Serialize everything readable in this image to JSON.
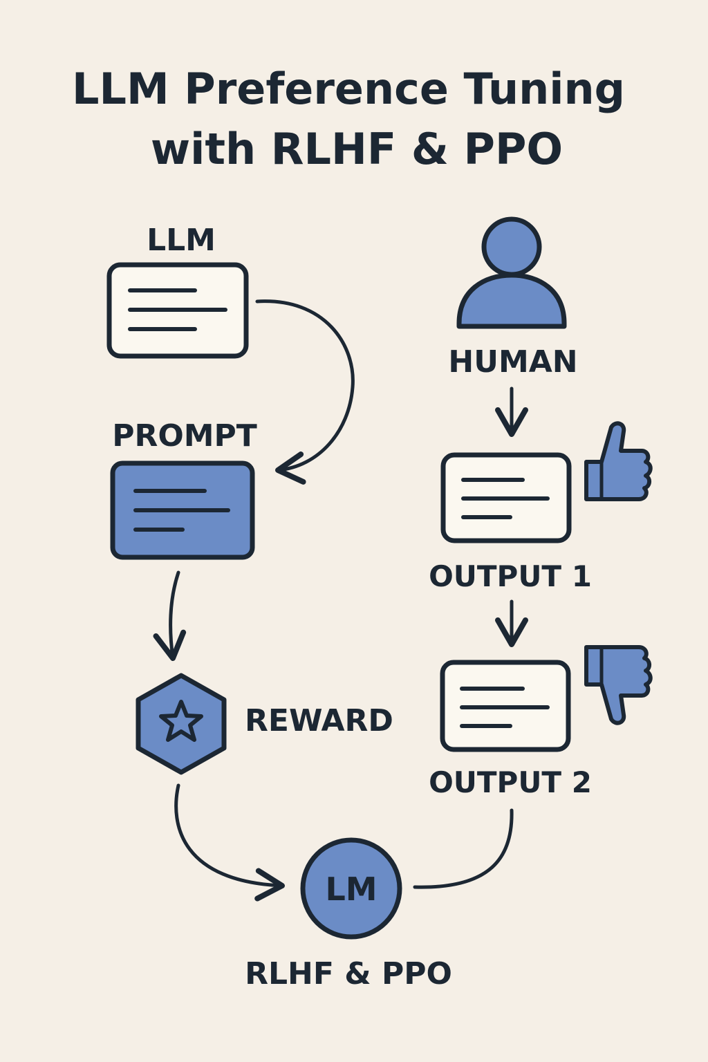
{
  "title": {
    "line1": "LLM Preference Tuning",
    "line2": "with RLHF & PPO"
  },
  "labels": {
    "llm": "LLM",
    "prompt": "PROMPT",
    "reward": "REWARD",
    "human": "HUMAN",
    "output1": "OUTPUT 1",
    "output2": "OUTPUT 2",
    "lm_node": "LM",
    "rlhf_ppo": "RLHF & PPO"
  },
  "icons": {
    "llm": "document-card-icon",
    "prompt": "document-card-icon",
    "reward": "star-hexagon-icon",
    "human": "person-icon",
    "output1": "document-card-icon",
    "output2": "document-card-icon",
    "approve": "thumbs-up-icon",
    "reject": "thumbs-down-icon",
    "lm": "circle-node-icon"
  },
  "colors": {
    "background": "#f5efe6",
    "accent": "#6b8cc6",
    "card": "#fbf8f0",
    "ink": "#1c2733"
  }
}
